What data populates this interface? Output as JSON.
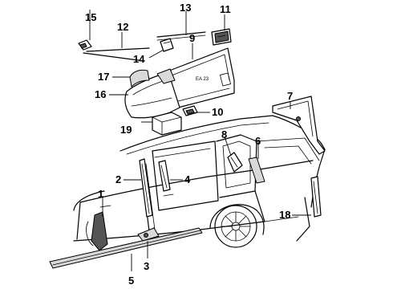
{
  "diagram": {
    "callouts": [
      "1",
      "2",
      "3",
      "4",
      "5",
      "6",
      "7",
      "8",
      "9",
      "10",
      "11",
      "12",
      "13",
      "14",
      "15",
      "16",
      "17",
      "18",
      "19"
    ],
    "panel_tag": "EA 23"
  }
}
